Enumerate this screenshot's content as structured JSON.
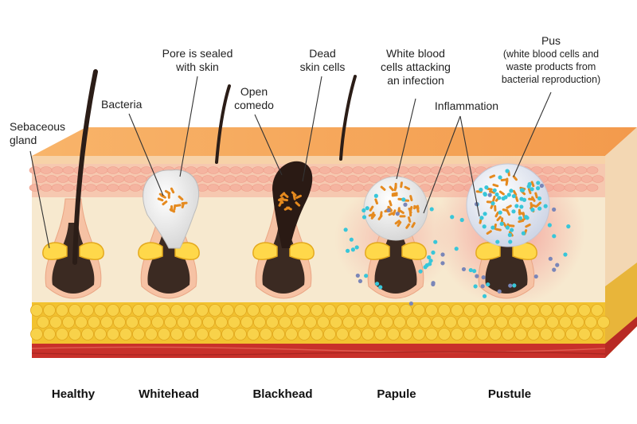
{
  "labels": {
    "sebaceous_1": "Sebaceous",
    "sebaceous_2": "gland",
    "bacteria": "Bacteria",
    "pore_1": "Pore is sealed",
    "pore_2": "with skin",
    "open_1": "Open",
    "open_2": "comedo",
    "dead_1": "Dead",
    "dead_2": "skin cells",
    "wbc_1": "White blood",
    "wbc_2": "cells attacking",
    "wbc_3": "an infection",
    "inflammation": "Inflammation",
    "pus_1": "Pus",
    "pus_2": "(white blood cells and",
    "pus_3": "waste products from",
    "pus_4": "bacterial reproduction)"
  },
  "stages": [
    "Healthy",
    "Whitehead",
    "Blackhead",
    "Papule",
    "Pustule"
  ],
  "colors": {
    "skin_top": "#f6a65a",
    "epidermis": "#f6c8b0",
    "dermis": "#f7e9cf",
    "fat": "#f2c230",
    "muscle": "#c8302a",
    "follicle": "#3b2a22",
    "gland": "#ffd84a",
    "sebum_plug": "#f1f1f1",
    "blackhead_plug": "#2a1a14",
    "wbc": "#38c6d9",
    "inflammation": "#f29a9a"
  }
}
